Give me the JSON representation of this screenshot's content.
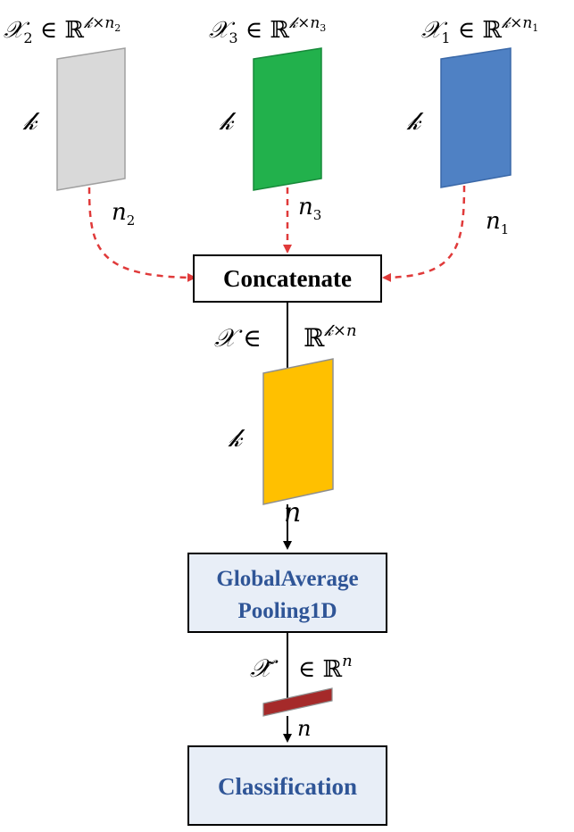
{
  "inputs": [
    {
      "sym": "𝒳",
      "sub": "2",
      "mid": " ∈ ℝ",
      "sup_k": "𝓀",
      "sup_times": "×",
      "sup_n": "n",
      "sup_sub": "2",
      "k": "𝓀",
      "n": "n",
      "n_sub": "2",
      "color": "#d9d9d9"
    },
    {
      "sym": "𝒳",
      "sub": "3",
      "mid": " ∈ ℝ",
      "sup_k": "𝓀",
      "sup_times": "×",
      "sup_n": "n",
      "sup_sub": "3",
      "k": "𝓀",
      "n": "n",
      "n_sub": "3",
      "color": "#22b14c"
    },
    {
      "sym": "𝒳",
      "sub": "1",
      "mid": " ∈ ℝ",
      "sup_k": "𝓀",
      "sup_times": "×",
      "sup_n": "n",
      "sup_sub": "1",
      "k": "𝓀",
      "n": "n",
      "n_sub": "1",
      "color": "#4f81c4"
    }
  ],
  "concat": {
    "label": "Concatenate"
  },
  "merged": {
    "sym": "𝒳",
    "in": "∈",
    "space": "ℝ",
    "sup": "𝓀×n",
    "k": "𝓀",
    "n": "n",
    "color": "#ffc000"
  },
  "pooling": {
    "line1": "GlobalAverage",
    "line2": "Pooling1D",
    "color": "#2f5597",
    "fill": "#e8eef7"
  },
  "pooled": {
    "sym": "𝒳̃",
    "in": "∈ ℝ",
    "sup": "n",
    "n": "n",
    "color": "#a52a2a"
  },
  "classification": {
    "label": "Classification",
    "color": "#2f5597",
    "fill": "#e8eef7"
  },
  "arrow_color": "#e03a3a"
}
